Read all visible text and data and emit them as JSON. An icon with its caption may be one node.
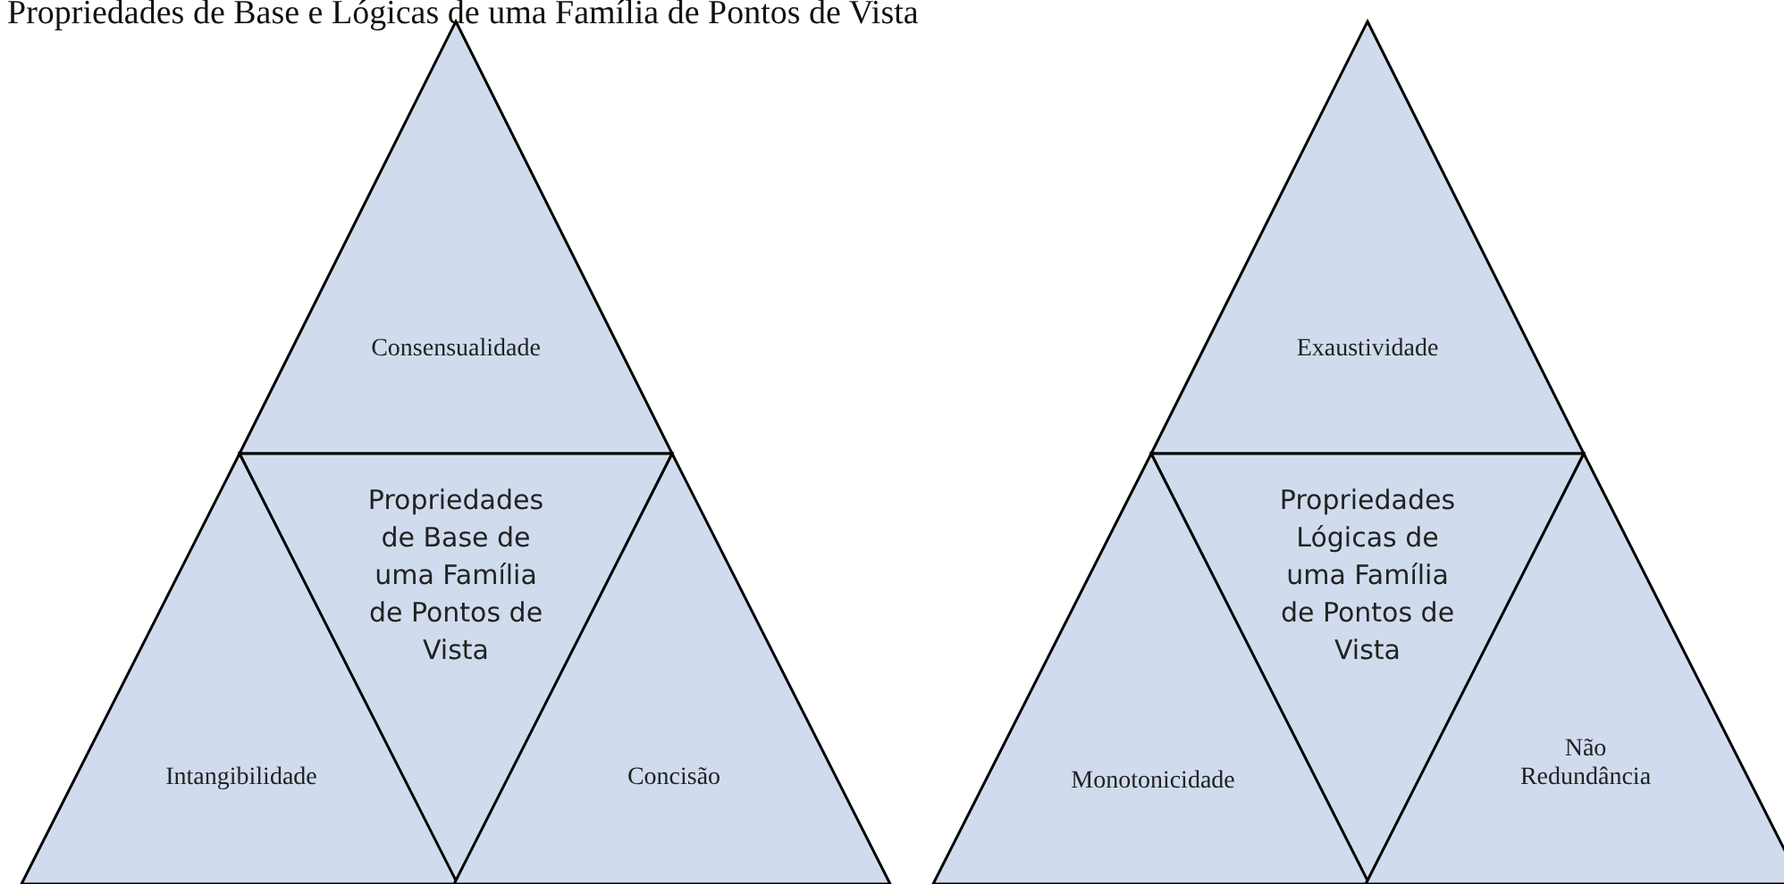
{
  "diagram": {
    "title": "Propriedades de Base e Lógicas de uma Família de Pontos de Vista",
    "nodes": [
      {
        "text": [
          "Consensualidade"
        ]
      },
      {
        "text": [
          "Propriedades de Base de uma Família de Pontos de Vista"
        ]
      },
      {
        "text": [
          "Intangibilidade"
        ]
      },
      {
        "text": [
          "Concisão"
        ]
      },
      {
        "text": [
          "Exaustividade"
        ]
      },
      {
        "text": [
          "Propriedades Lógicas de uma Família de Pontos de Vista"
        ]
      },
      {
        "text": [
          "Monotonicidade"
        ]
      },
      {
        "text": [
          "Não Redundância"
        ]
      }
    ]
  }
}
